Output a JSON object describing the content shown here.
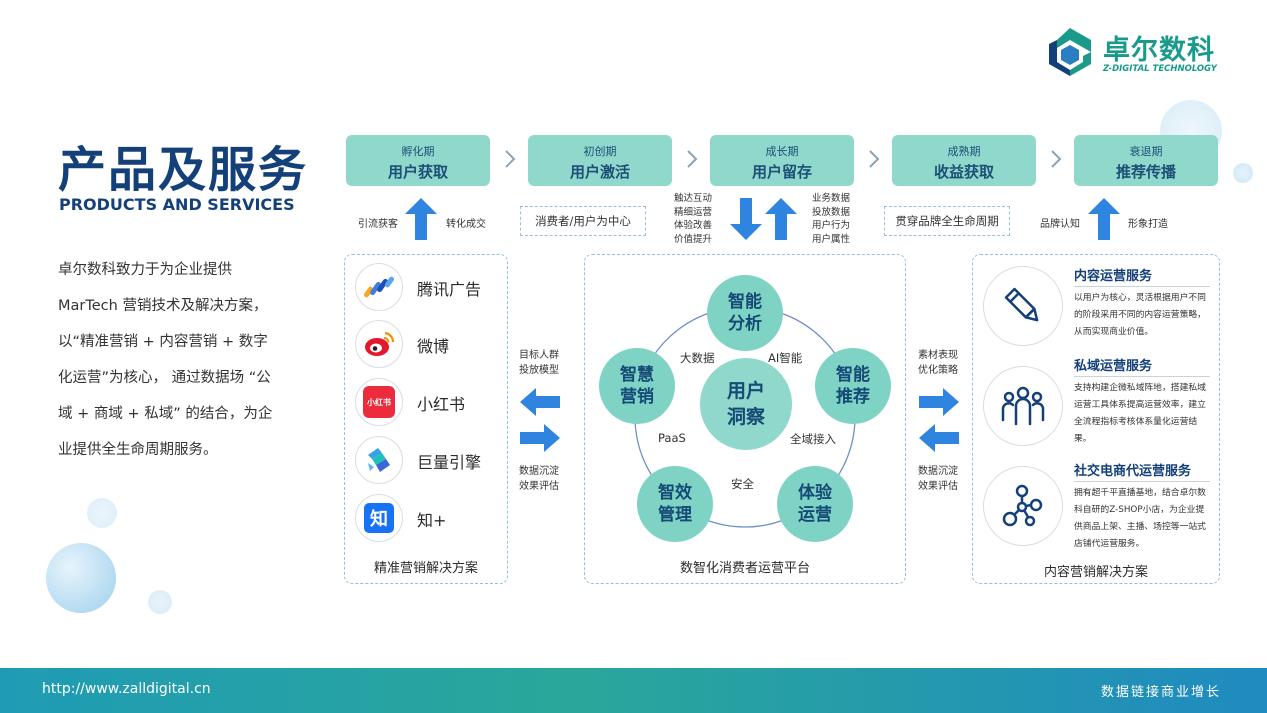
{
  "logo": {
    "name_cn": "卓尔数科",
    "name_en": "Z-DIGITAL TECHNOLOGY"
  },
  "title": {
    "cn": "产品及服务",
    "en": "PRODUCTS AND SERVICES"
  },
  "intro": "卓尔数科致力于为企业提供MarTech 营销技术及解决方案，以“精准营销 + 内容营销 + 数字化运营”为核心， 通过数据场 “公域 + 商域 + 私域” 的结合，为企业提供全生命周期服务。",
  "stages": [
    {
      "phase": "孵化期",
      "goal": "用户获取"
    },
    {
      "phase": "初创期",
      "goal": "用户激活"
    },
    {
      "phase": "成长期",
      "goal": "用户留存"
    },
    {
      "phase": "成熟期",
      "goal": "收益获取"
    },
    {
      "phase": "衰退期",
      "goal": "推荐传播"
    }
  ],
  "flow": {
    "left_a": "引流获客",
    "left_b": "转化成交",
    "box1": "消费者/用户为中心",
    "mid_left": [
      "触达互动",
      "精细运营",
      "体验改善",
      "价值提升"
    ],
    "mid_right": [
      "业务数据",
      "投放数据",
      "用户行为",
      "用户属性"
    ],
    "box2": "贯穿品牌全生命周期",
    "right_a": "品牌认知",
    "right_b": "形象打造"
  },
  "left_panel": {
    "brands": [
      "腾讯广告",
      "微博",
      "小红书",
      "巨量引擎",
      "知+"
    ],
    "brand_icon_text": {
      "xhs": "小红书",
      "zhihu": "知"
    },
    "caption": "精准营销解决方案"
  },
  "left_connector": {
    "top": [
      "目标人群",
      "投放模型"
    ],
    "bottom": [
      "数据沉淀",
      "效果评估"
    ]
  },
  "center": {
    "core": "用户洞察",
    "nodes": [
      "智能分析",
      "智能推荐",
      "体验运营",
      "智效管理",
      "智慧营销"
    ],
    "labels": {
      "bigdata": "大数据",
      "ai": "AI智能",
      "paas": "PaaS",
      "access": "全域接入",
      "security": "安全"
    },
    "caption": "数智化消费者运营平台"
  },
  "right_connector": {
    "top": [
      "素材表现",
      "优化策略"
    ],
    "bottom": [
      "数据沉淀",
      "效果评估"
    ]
  },
  "right_panel": {
    "services": [
      {
        "title": "内容运营服务",
        "desc": "以用户为核心，灵活根据用户不同的阶段采用不同的内容运营策略，从而实现商业价值。"
      },
      {
        "title": "私域运营服务",
        "desc": "支持构建企微私域阵地，搭建私域运营工具体系提高运营效率，建立全流程指标考核体系量化运营结果。"
      },
      {
        "title": "社交电商代运营服务",
        "desc": "拥有超千平直播基地，结合卓尔数科自研的Z-SHOP小店，为企业提供商品上架、主播、场控等一站式店铺代运营服务。"
      }
    ],
    "caption": "内容营销解决方案"
  },
  "footer": {
    "url": "http://www.zalldigital.cn",
    "slogan": "数据链接商业增长"
  },
  "colors": {
    "navy": "#14407a",
    "teal": "#8fd8cb",
    "arrow": "#2f84e0",
    "brand_green": "#1a9a8b"
  }
}
